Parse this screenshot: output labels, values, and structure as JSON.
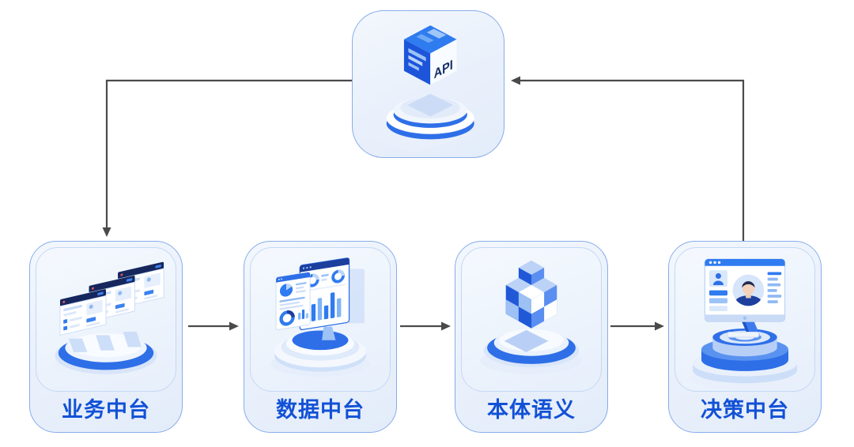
{
  "diagram": {
    "top_node": {
      "id": "api-platform",
      "label": "API",
      "icon": "api-cube-icon"
    },
    "nodes": [
      {
        "id": "business-platform",
        "label": "业务中台",
        "icon": "stacked-windows-icon"
      },
      {
        "id": "data-platform",
        "label": "数据中台",
        "icon": "dashboard-charts-icon"
      },
      {
        "id": "ontology-semantics",
        "label": "本体语义",
        "icon": "modular-cube-icon"
      },
      {
        "id": "decision-platform",
        "label": "决策中台",
        "icon": "monitor-profile-icon"
      }
    ],
    "connections": [
      {
        "from": "api-platform",
        "to": "business-platform",
        "shape": "elbow",
        "arrow_points": "down"
      },
      {
        "from": "business-platform",
        "to": "data-platform",
        "shape": "straight",
        "arrow_points": "right"
      },
      {
        "from": "data-platform",
        "to": "ontology-semantics",
        "shape": "straight",
        "arrow_points": "right"
      },
      {
        "from": "ontology-semantics",
        "to": "decision-platform",
        "shape": "straight",
        "arrow_points": "right"
      },
      {
        "from": "decision-platform",
        "to": "api-platform",
        "shape": "elbow",
        "arrow_points": "left"
      }
    ],
    "colors": {
      "page_background": "#ffffff",
      "card_background": "#ecf3fc",
      "card_border": "#86adec",
      "inner_panel_border": "#c5d8f5",
      "label_text": "#1251d6",
      "arrow": "#4a4a4a",
      "primary_blue": "#2e6fe8",
      "bright_blue": "#2f7bf0",
      "deep_navy": "#16275e",
      "light_blue": "#bcd3f7",
      "pale_blue": "#e7effb"
    }
  }
}
